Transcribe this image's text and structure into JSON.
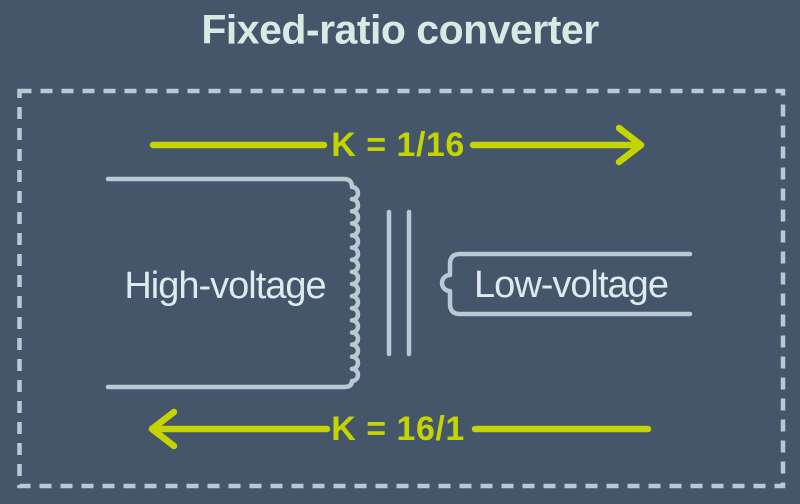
{
  "title": "Fixed-ratio converter",
  "diagram": {
    "top_arrow": {
      "label": "K = 1/16",
      "direction": "right"
    },
    "bottom_arrow": {
      "label": "K = 16/1",
      "direction": "left"
    },
    "transformer": {
      "primary_label": "High-voltage",
      "secondary_label": "Low-voltage",
      "primary_turns": 16,
      "secondary_turns": 1
    }
  },
  "icons": [
    "right-arrow-icon",
    "left-arrow-icon",
    "transformer-core-icon",
    "primary-winding-icon",
    "secondary-winding-icon"
  ],
  "colors": {
    "background": "#45556a",
    "accent_lime": "#c3d400",
    "line": "#b9c9d3",
    "title_text": "#d9e9e4",
    "label_text": "#dfeaf0"
  }
}
